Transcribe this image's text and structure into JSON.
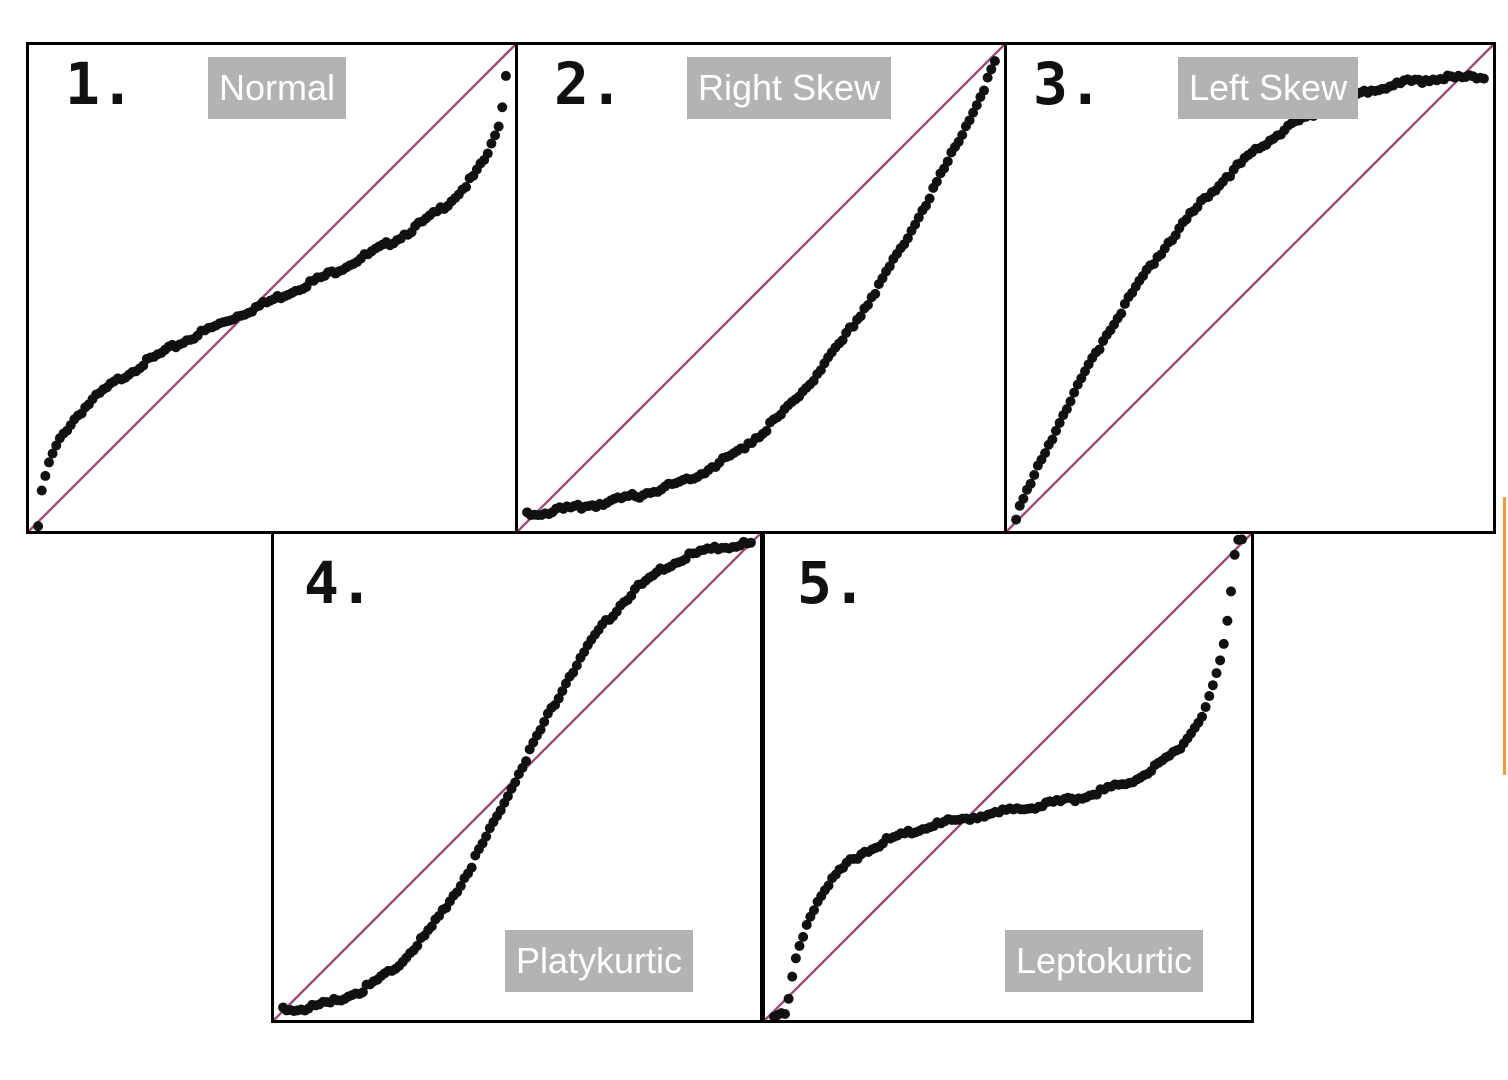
{
  "accent_color": "#f09a3e",
  "line_color": "#9b4d77",
  "point_color": "#111111",
  "chart_data": [
    {
      "type": "scatter",
      "number_label": "1.",
      "title": "Normal",
      "xlim": [
        0,
        1
      ],
      "ylim": [
        0,
        1
      ],
      "reference_line": [
        [
          0,
          0
        ],
        [
          1,
          1
        ]
      ],
      "shape": "normal",
      "points": 130
    },
    {
      "type": "scatter",
      "number_label": "2.",
      "title": "Right Skew",
      "xlim": [
        0,
        1
      ],
      "ylim": [
        0,
        1
      ],
      "reference_line": [
        [
          0,
          0
        ],
        [
          1,
          1
        ]
      ],
      "shape": "right-skew",
      "points": 130
    },
    {
      "type": "scatter",
      "number_label": "3.",
      "title": "Left Skew",
      "xlim": [
        0,
        1
      ],
      "ylim": [
        0,
        1
      ],
      "reference_line": [
        [
          0,
          0
        ],
        [
          1,
          1
        ]
      ],
      "shape": "left-skew",
      "points": 130
    },
    {
      "type": "scatter",
      "number_label": "4.",
      "title": "Platykurtic",
      "xlim": [
        0,
        1
      ],
      "ylim": [
        0,
        1
      ],
      "reference_line": [
        [
          0,
          0
        ],
        [
          1,
          1
        ]
      ],
      "shape": "platykurtic",
      "points": 130
    },
    {
      "type": "scatter",
      "number_label": "5.",
      "title": "Leptokurtic",
      "xlim": [
        0,
        1
      ],
      "ylim": [
        0,
        1
      ],
      "reference_line": [
        [
          0,
          0
        ],
        [
          1,
          1
        ]
      ],
      "shape": "leptokurtic",
      "points": 130
    }
  ]
}
